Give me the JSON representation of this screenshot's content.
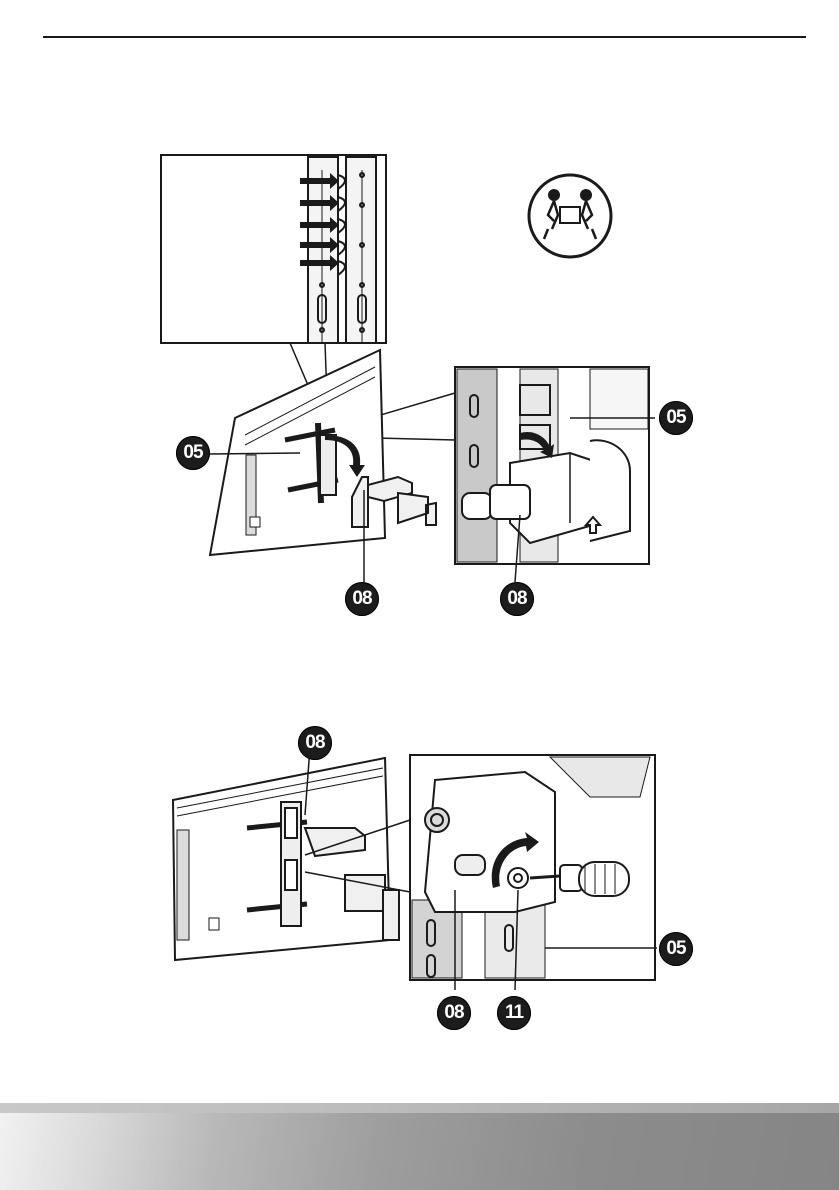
{
  "callouts": {
    "fig1_left_05": "05",
    "fig1_right_05": "05",
    "fig1_left_08": "08",
    "fig1_right_08": "08",
    "fig2_top_08": "08",
    "fig2_bottom_08": "08",
    "fig2_11": "11",
    "fig2_05": "05"
  },
  "icons": {
    "two_person_lift": "two-person-lift-icon",
    "arrow_up": "arrow-up-icon",
    "screwdriver": "screwdriver-icon"
  },
  "colors": {
    "ink": "#1a1a1a",
    "callout_fill": "#1c1c1c",
    "footer_gray": "#8c8c8c"
  }
}
